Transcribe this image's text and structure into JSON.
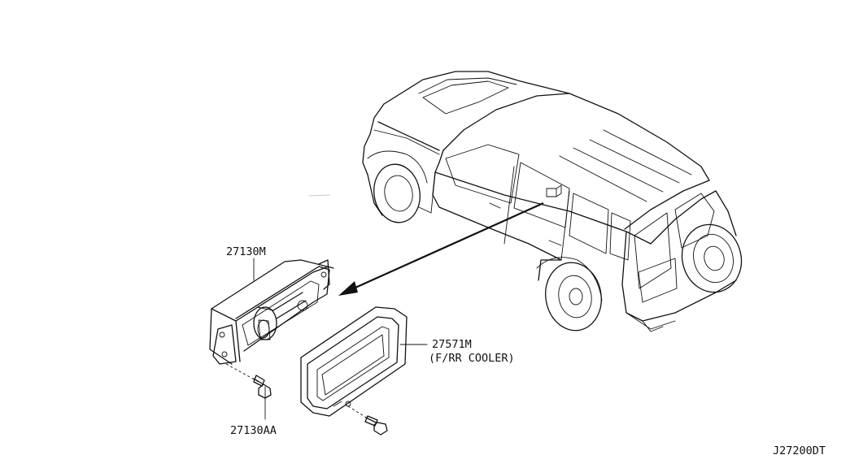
{
  "diagram": {
    "parts": [
      {
        "number": "27130M",
        "description": ""
      },
      {
        "number": "27571M",
        "description": "(F/RR COOLER)"
      },
      {
        "number": "27130AA",
        "description": ""
      }
    ],
    "diagram_code": "J27200DT"
  }
}
